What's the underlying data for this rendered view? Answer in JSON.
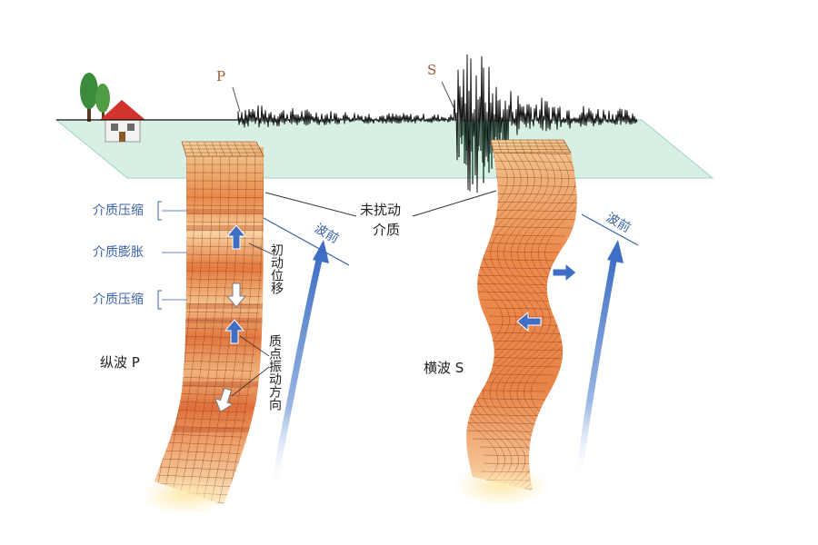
{
  "labels": {
    "p_marker": "P",
    "s_marker": "S",
    "compression_1": "介质压缩",
    "expansion": "介质膨胀",
    "compression_2": "介质压缩",
    "first_motion": "初动位移",
    "particle_vibration": "质点振动方向",
    "wavefront_left": "波前",
    "wavefront_right": "波前",
    "undisturbed_line1": "未扰动",
    "undisturbed_line2": "介质",
    "p_wave": "纵波 P",
    "s_wave": "横波 S"
  },
  "colors": {
    "ground_plane": "#d8efe4",
    "column_orange": "#ec8a4c",
    "column_light": "#f6c58e",
    "grid_line": "#8a3a1c",
    "arrow_blue": "#3f6fc4",
    "label_blue": "#3a62a8",
    "wave_label": "#a05a2c",
    "tree_green": "#3c8a3c",
    "roof_red": "#d0342c"
  },
  "icons": {
    "house": "house-icon",
    "trees": "tree-icon",
    "up_arrow": "arrow-up-icon",
    "down_arrow": "arrow-down-icon",
    "right_arrow": "arrow-right-icon",
    "left_arrow": "arrow-left-icon"
  }
}
